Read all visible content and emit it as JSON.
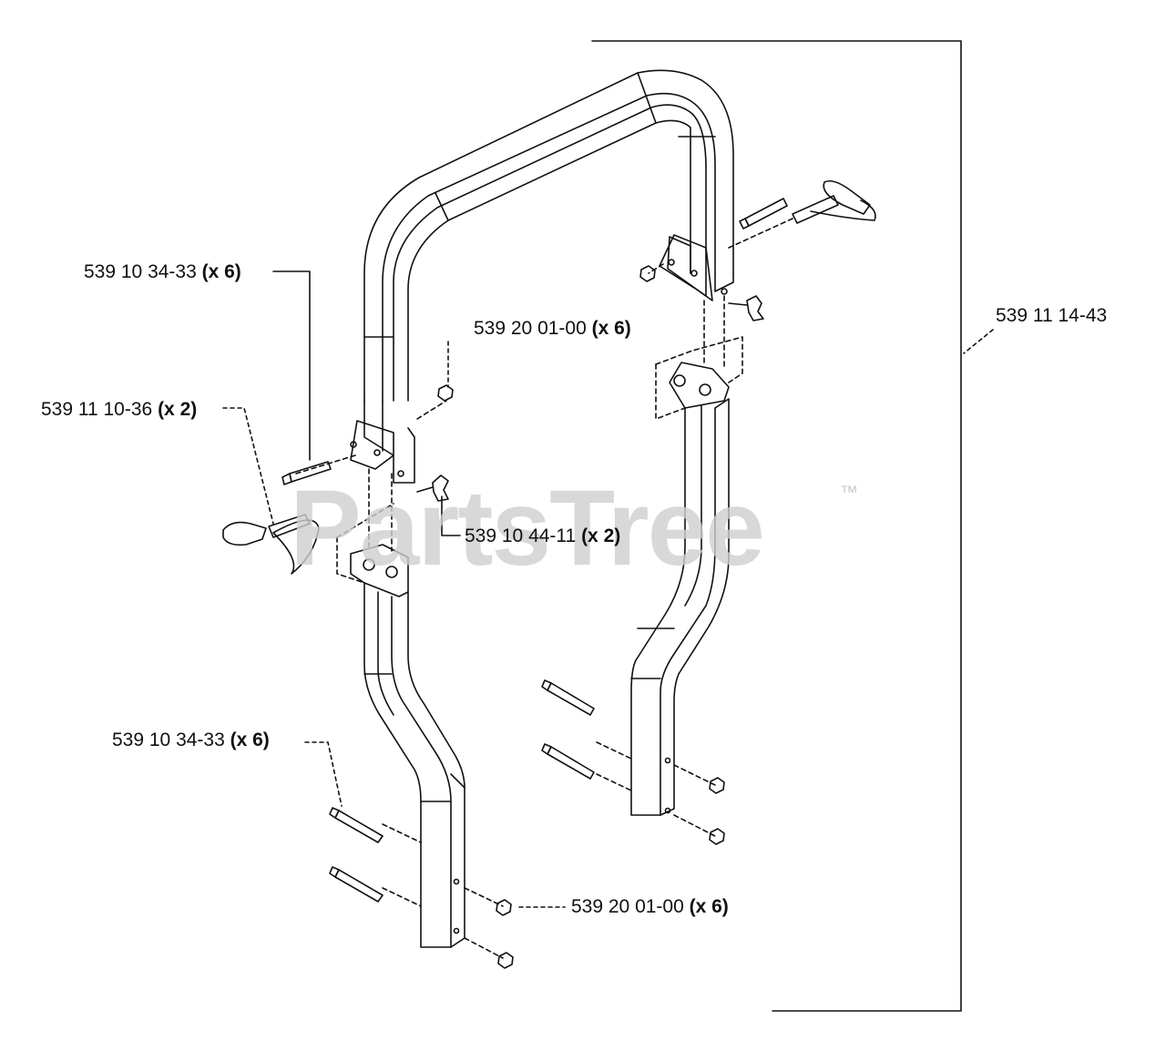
{
  "watermark": {
    "text": "PartsTree",
    "trademark": "™"
  },
  "assembly": {
    "part_number": "539 11 14-43"
  },
  "callouts": [
    {
      "part": "539 10 34-33",
      "qty": "(x 6)"
    },
    {
      "part": "539 20 01-00",
      "qty": "(x 6)"
    },
    {
      "part": "539 11 10-36",
      "qty": "(x 2)"
    },
    {
      "part": "539 10 44-11",
      "qty": "(x 2)"
    },
    {
      "part": "539 10 34-33",
      "qty": "(x 6)"
    },
    {
      "part": "539 20 01-00",
      "qty": "(x 6)"
    }
  ]
}
